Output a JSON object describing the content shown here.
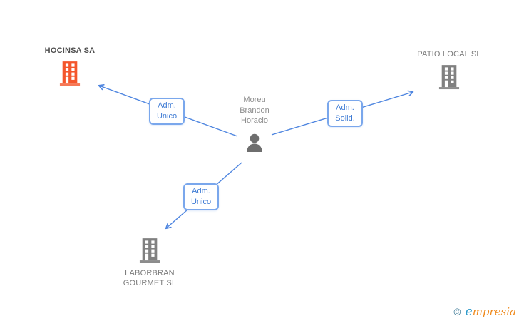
{
  "person": {
    "name": "Moreu Brandon Horacio"
  },
  "companies": [
    {
      "name": "HOCINSA SA",
      "emphasis": true,
      "icon": "building-icon",
      "icon_color": "#f4562c"
    },
    {
      "name": "PATIO LOCAL SL",
      "emphasis": false,
      "icon": "building-icon",
      "icon_color": "#808080"
    },
    {
      "name": "LABORBRAN GOURMET SL",
      "emphasis": false,
      "icon": "building-icon",
      "icon_color": "#808080"
    }
  ],
  "edges": [
    {
      "label": "Adm. Unico",
      "from": "Moreu Brandon Horacio",
      "to": "HOCINSA SA"
    },
    {
      "label": "Adm. Solid.",
      "from": "Moreu Brandon Horacio",
      "to": "PATIO LOCAL SL"
    },
    {
      "label": "Adm. Unico",
      "from": "Moreu Brandon Horacio",
      "to": "LABORBRAN GOURMET SL"
    }
  ],
  "colors": {
    "edge_blue": "#4f86e0",
    "edge_label_text": "#3e7bd4",
    "edge_label_border": "#7aa7ec",
    "company_text_gray": "#7b7b7b",
    "company_text_dark": "#4f4f4f",
    "person_icon_gray": "#6e6e6e",
    "highlight_orange": "#f4562c",
    "building_gray": "#808080",
    "background": "#ffffff"
  },
  "footer": {
    "copyright": "©",
    "brand_first_letter": "e",
    "brand_rest": "mpresia"
  }
}
